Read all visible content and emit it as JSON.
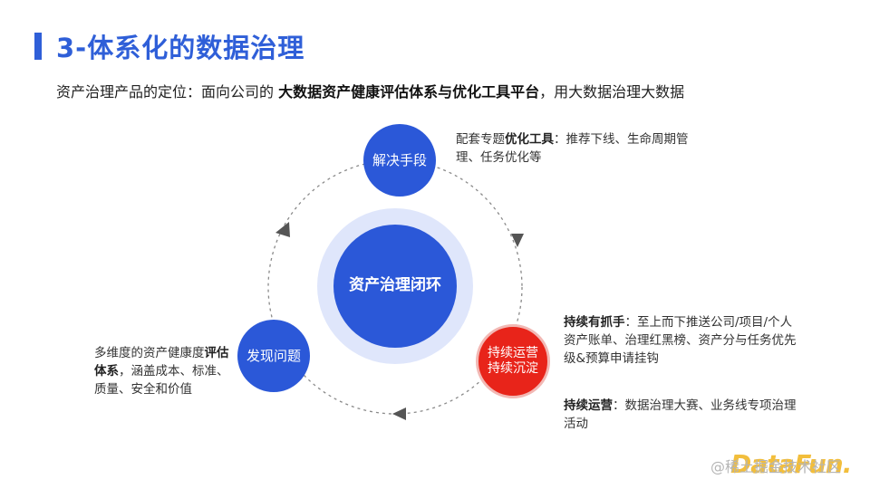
{
  "header": {
    "title": "3-体系化的数据治理"
  },
  "intro": {
    "prefix": "资产治理产品的定位：面向公司的 ",
    "highlight": "大数据资产健康评估体系与优化工具平台",
    "suffix": "，用大数据治理大数据"
  },
  "diagram": {
    "center_label": "资产治理闭环",
    "top_node": "解决手段",
    "left_node": "发现问题",
    "right_node_line1": "持续运营",
    "right_node_line2": "持续沉淀"
  },
  "notes": {
    "top": {
      "prefix": "配套专题",
      "bold": "优化工具",
      "rest": "：推荐下线、生命周期管理、任务优化等"
    },
    "left": {
      "prefix": "多维度的资产健康度",
      "bold": "评估体系",
      "rest": "，涵盖成本、标准、质量、安全和价值"
    },
    "right1": {
      "bold": "持续有抓手",
      "rest": "：至上而下推送公司/项目/个人资产账单、治理红黑榜、资产分与任务优先级&预算申请挂钩"
    },
    "right2": {
      "bold": "持续运营",
      "rest": "：数据治理大赛、业务线专项治理活动"
    }
  },
  "watermark": {
    "text": "@稀土掘金技术社区",
    "logo": "DataFun."
  },
  "colors": {
    "blue": "#2b58d8",
    "red": "#e8241a",
    "halo": "#dfe6fb",
    "title": "#2f5fd8"
  }
}
